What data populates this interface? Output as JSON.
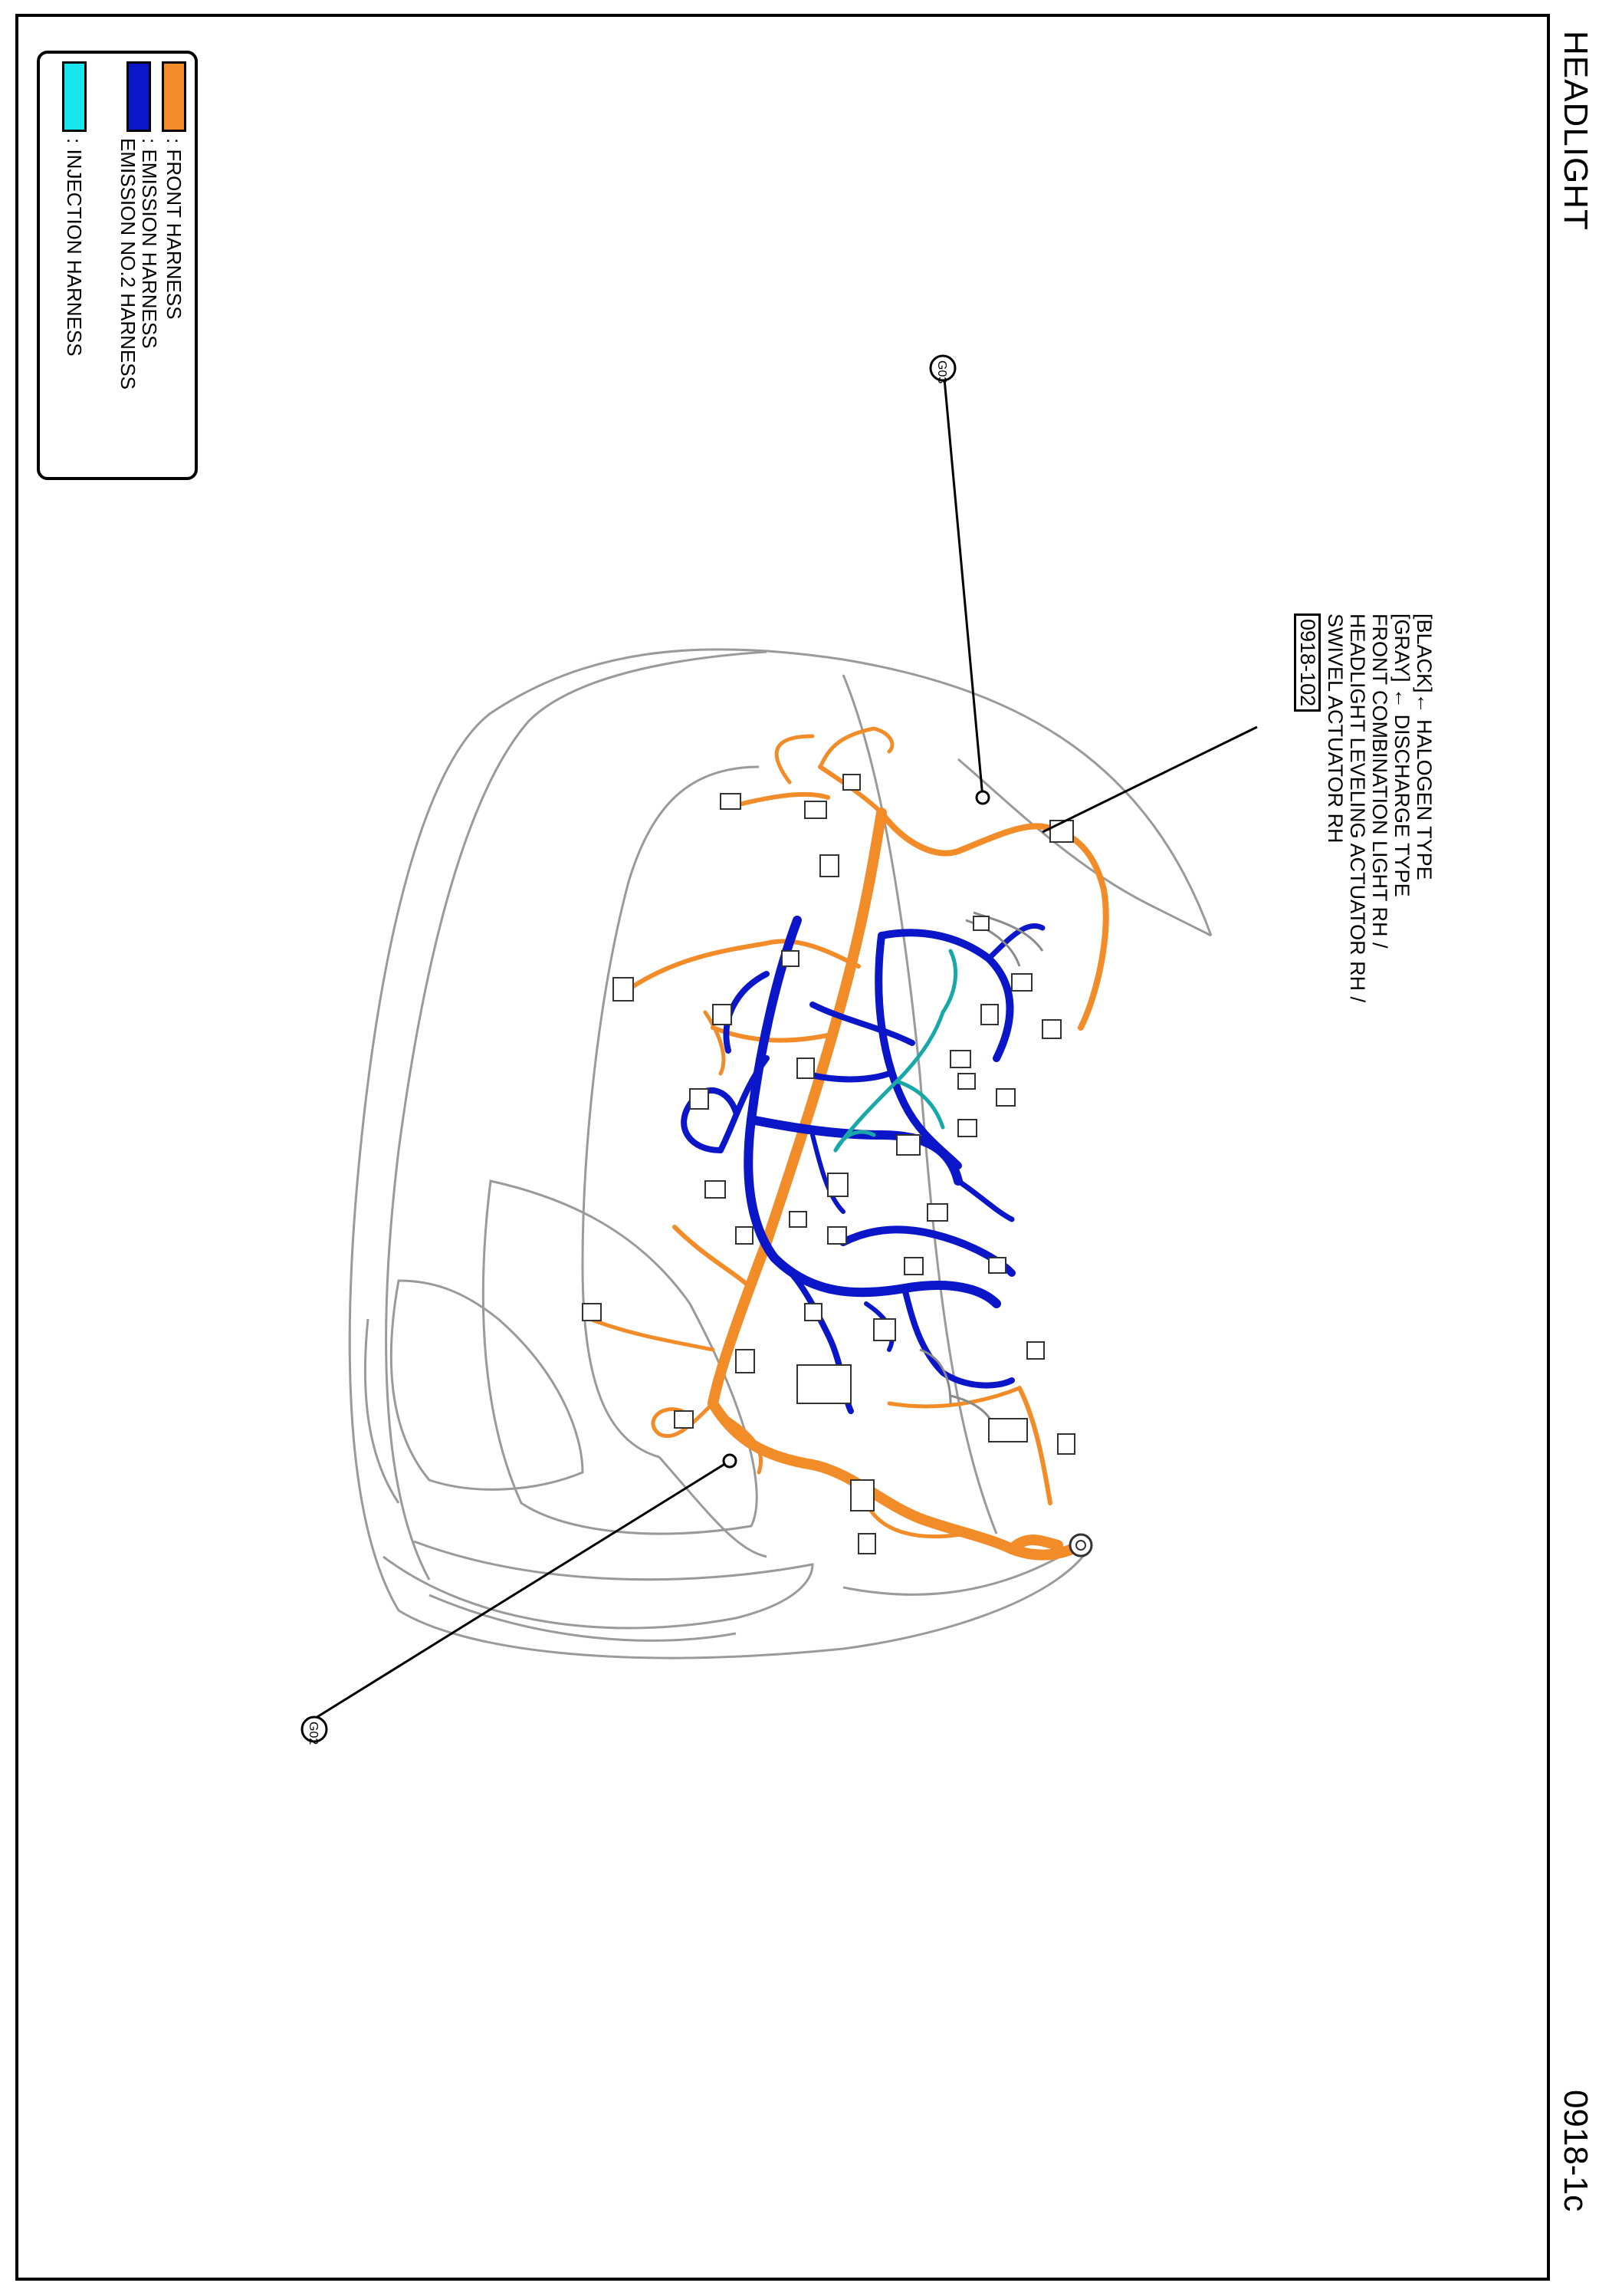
{
  "title": "HEADLIGHT",
  "page_id": "0918-1c",
  "legend": {
    "items": [
      {
        "label": ": FRONT HARNESS",
        "color": "#f28c28"
      },
      {
        "label": ": EMISSION HARNESS\nEMISSION NO.2 HARNESS",
        "color": "#0b16c9"
      },
      {
        "label": ": INJECTION HARNESS",
        "color": "#19e6ec"
      }
    ]
  },
  "callout": {
    "lines": [
      "[BLACK]← HALOGEN TYPE",
      "[GRAY] ← DISCHARGE TYPE",
      "FRONT COMBINATION LIGHT RH /",
      "HEADLIGHT LEVELING ACTUATOR RH /",
      "SWIVEL ACTUATOR RH"
    ],
    "connector_id": "0918-102"
  },
  "grounds": {
    "g03": "G03",
    "g02": "G02"
  },
  "colors": {
    "front_harness": "#f28c28",
    "emission_harness": "#0b16c9",
    "injection_harness": "#19a8a8",
    "outline": "#9a9a9a"
  }
}
